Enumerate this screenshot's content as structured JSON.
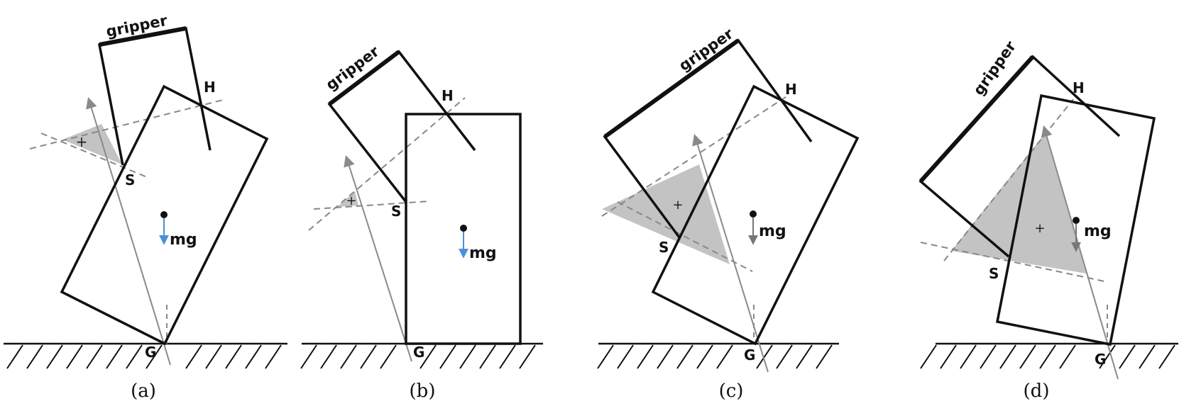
{
  "panels": [
    {
      "id": "a",
      "caption": "(a)",
      "gripper_label": "gripper",
      "point_labels": {
        "h": "H",
        "s": "S",
        "g": "G"
      },
      "force_label": "mg",
      "center_mark": "+",
      "arrow_color": "#4a90d9",
      "region_color": "#bdbdbd"
    },
    {
      "id": "b",
      "caption": "(b)",
      "gripper_label": "gripper",
      "point_labels": {
        "h": "H",
        "s": "S",
        "g": "G"
      },
      "force_label": "mg",
      "center_mark": "+",
      "arrow_color": "#4a90d9",
      "region_color": "#bdbdbd"
    },
    {
      "id": "c",
      "caption": "(c)",
      "gripper_label": "gripper",
      "point_labels": {
        "h": "H",
        "s": "S",
        "g": "G"
      },
      "force_label": "mg",
      "center_mark": "+",
      "arrow_color": "#777777",
      "region_color": "#bdbdbd"
    },
    {
      "id": "d",
      "caption": "(d)",
      "gripper_label": "gripper",
      "point_labels": {
        "h": "H",
        "s": "S",
        "g": "G"
      },
      "force_label": "mg",
      "center_mark": "+",
      "arrow_color": "#777777",
      "region_color": "#bdbdbd"
    }
  ]
}
